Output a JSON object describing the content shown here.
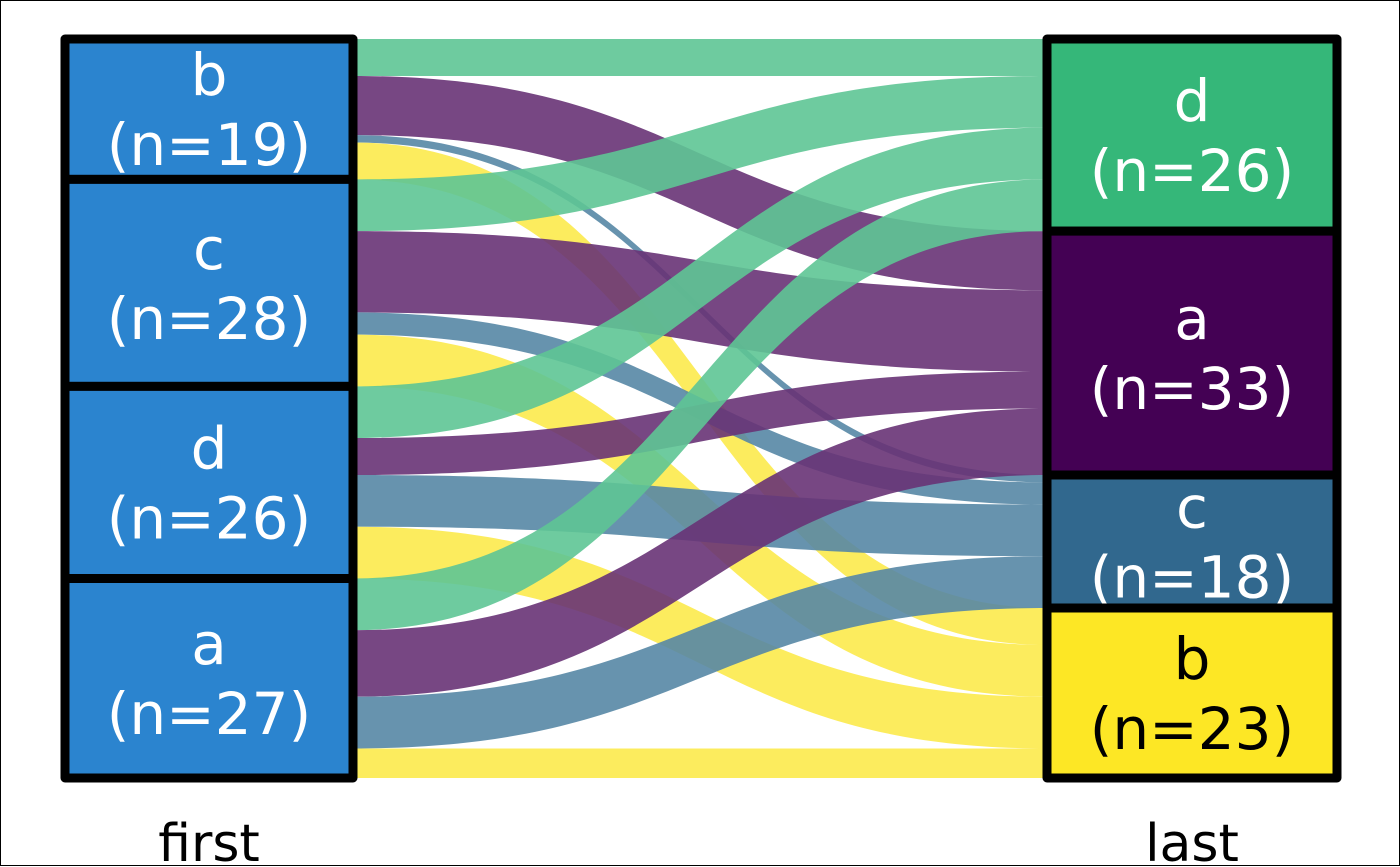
{
  "chart_data": {
    "type": "alluvial",
    "axes": [
      "first",
      "last"
    ],
    "first_nodes": [
      {
        "label": "b",
        "count_text": "(n=19)",
        "color": "#2b84cf"
      },
      {
        "label": "c",
        "count_text": "(n=28)",
        "color": "#2b84cf"
      },
      {
        "label": "d",
        "count_text": "(n=26)",
        "color": "#2b84cf"
      },
      {
        "label": "a",
        "count_text": "(n=27)",
        "color": "#2b84cf"
      }
    ],
    "last_nodes": [
      {
        "label": "d",
        "count_text": "(n=26)",
        "color": "#35b779",
        "text_color": "#ffffff"
      },
      {
        "label": "a",
        "count_text": "(n=33)",
        "color": "#440154",
        "text_color": "#ffffff"
      },
      {
        "label": "c",
        "count_text": "(n=18)",
        "color": "#31688e",
        "text_color": "#ffffff"
      },
      {
        "label": "b",
        "count_text": "(n=23)",
        "color": "#fde725",
        "text_color": "#000000"
      }
    ],
    "flows": [
      {
        "from": "b",
        "to": "d",
        "value": 5,
        "color": "#5ec595"
      },
      {
        "from": "b",
        "to": "a",
        "value": 8,
        "color": "#683376"
      },
      {
        "from": "b",
        "to": "c",
        "value": 1,
        "color": "#5687a5"
      },
      {
        "from": "b",
        "to": "b",
        "value": 5,
        "color": "#fcea4c"
      },
      {
        "from": "c",
        "to": "d",
        "value": 7,
        "color": "#5ec595"
      },
      {
        "from": "c",
        "to": "a",
        "value": 11,
        "color": "#683376"
      },
      {
        "from": "c",
        "to": "c",
        "value": 3,
        "color": "#5687a5"
      },
      {
        "from": "c",
        "to": "b",
        "value": 7,
        "color": "#fcea4c"
      },
      {
        "from": "d",
        "to": "d",
        "value": 7,
        "color": "#5ec595"
      },
      {
        "from": "d",
        "to": "a",
        "value": 5,
        "color": "#683376"
      },
      {
        "from": "d",
        "to": "c",
        "value": 7,
        "color": "#5687a5"
      },
      {
        "from": "d",
        "to": "b",
        "value": 7,
        "color": "#fcea4c"
      },
      {
        "from": "a",
        "to": "d",
        "value": 7,
        "color": "#5ec595"
      },
      {
        "from": "a",
        "to": "a",
        "value": 9,
        "color": "#683376"
      },
      {
        "from": "a",
        "to": "c",
        "value": 7,
        "color": "#5687a5"
      },
      {
        "from": "a",
        "to": "b",
        "value": 4,
        "color": "#fcea4c"
      }
    ]
  }
}
